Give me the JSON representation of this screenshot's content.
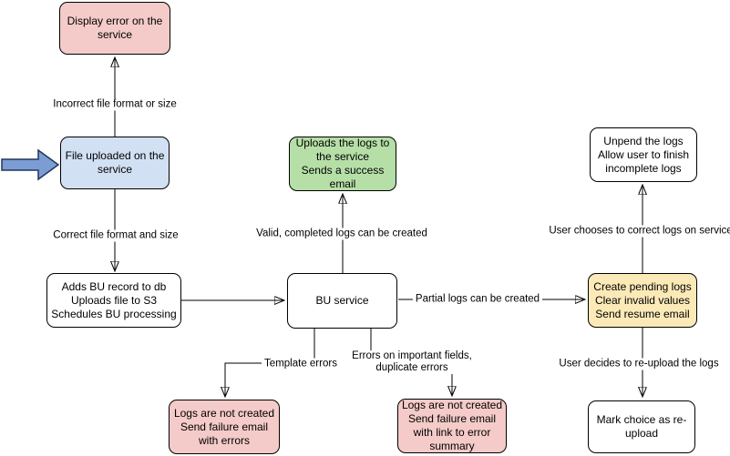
{
  "diagram": {
    "background_color": "#ffffff",
    "line_color": "#000000",
    "nodes": {
      "display_error": {
        "label": "Display error on the\nservice",
        "fill": "#f4cbc8"
      },
      "file_uploaded": {
        "label": "File uploaded on the\nservice",
        "fill": "#d2e0f3"
      },
      "adds_bu": {
        "label": "Adds BU record to db\nUploads file to S3\nSchedules BU processing",
        "fill": "#ffffff"
      },
      "bu_service": {
        "label": "BU service",
        "fill": "#ffffff"
      },
      "success_upload": {
        "label": "Uploads the logs to\nthe service\nSends a success\nemail",
        "fill": "#b6dfa7"
      },
      "fail_template": {
        "label": "Logs are not created\nSend failure email\nwith errors",
        "fill": "#f4cbc8"
      },
      "fail_fields": {
        "label": "Logs are not created\nSend failure email\nwith link to error\nsummary",
        "fill": "#f4cbc8"
      },
      "create_pending": {
        "label": "Create pending logs\nClear invalid values\nSend resume email",
        "fill": "#fbeab7"
      },
      "unpend_logs": {
        "label": "Unpend the logs\nAllow user to finish\nincomplete logs",
        "fill": "#ffffff"
      },
      "mark_reupload": {
        "label": "Mark choice as re-\nupload",
        "fill": "#ffffff"
      }
    },
    "edge_labels": {
      "incorrect_format": "Incorrect file format or size",
      "correct_format": "Correct file format and size",
      "valid_logs": "Valid, completed logs can be created",
      "partial_logs": "Partial logs can be created",
      "template_errors": "Template errors",
      "field_errors": "Errors on important fields,\nduplicate errors",
      "choose_correct": "User chooses to correct logs on service",
      "decide_reupload": "User decides to re-upload the logs"
    },
    "entry_arrow": {
      "fill": "#7c9dd4",
      "stroke": "#22365c"
    }
  }
}
